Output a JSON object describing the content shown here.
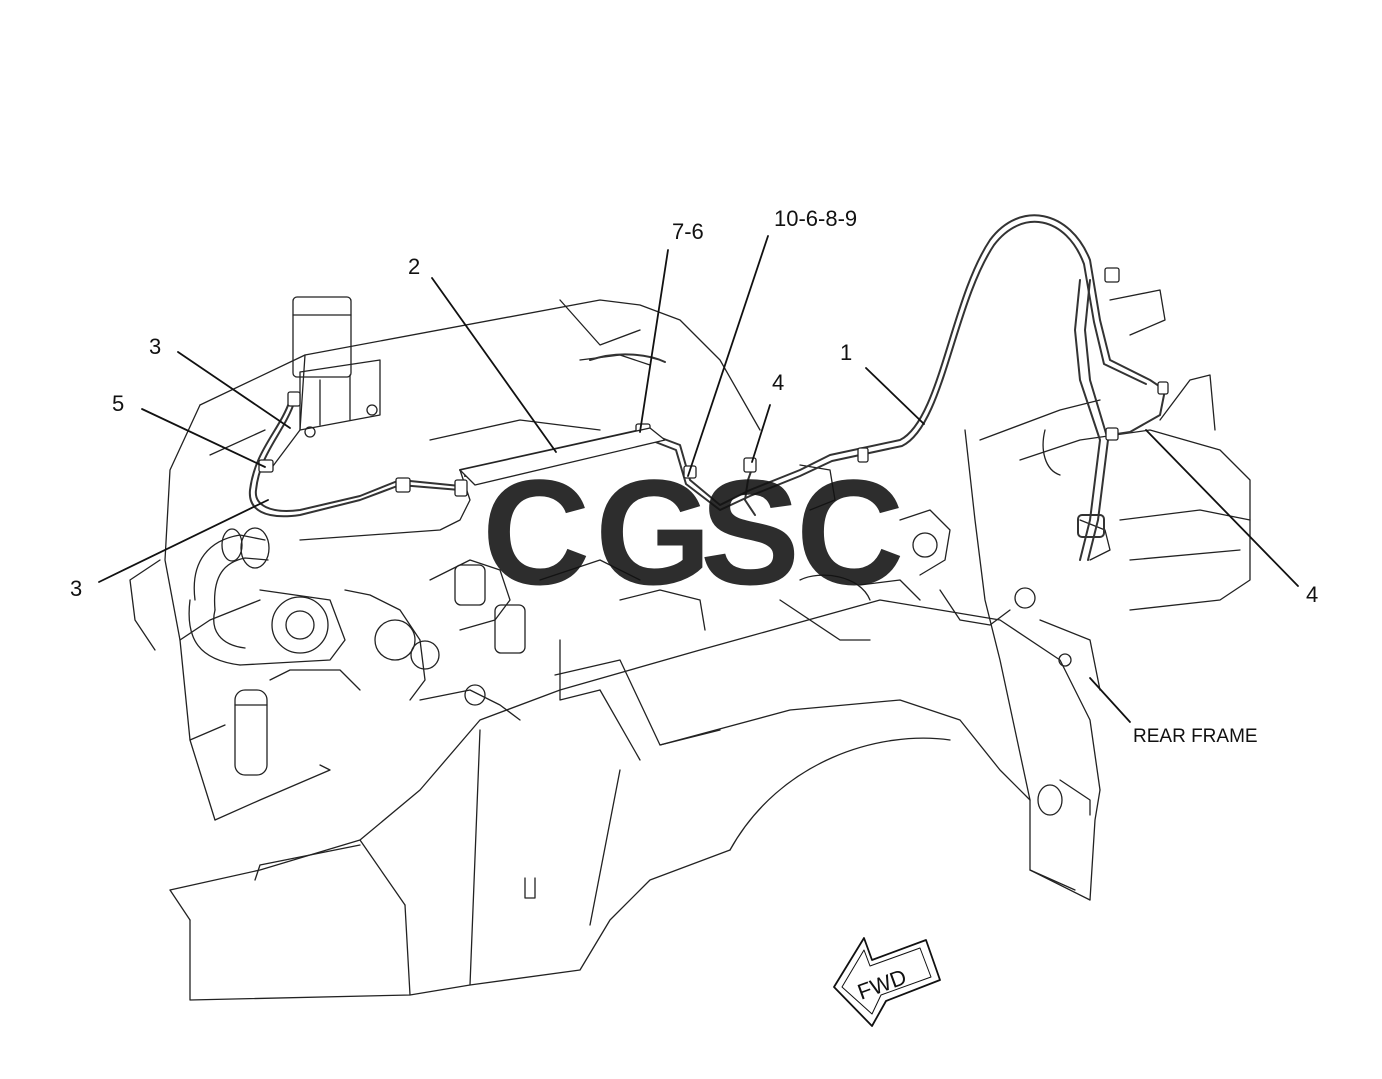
{
  "diagram": {
    "callouts": [
      {
        "id": "c-3-upper",
        "text": "3"
      },
      {
        "id": "c-5",
        "text": "5"
      },
      {
        "id": "c-3-lower",
        "text": "3"
      },
      {
        "id": "c-2",
        "text": "2"
      },
      {
        "id": "c-7-6",
        "text": "7-6"
      },
      {
        "id": "c-10-6-8-9",
        "text": "10-6-8-9"
      },
      {
        "id": "c-4-center",
        "text": "4"
      },
      {
        "id": "c-1",
        "text": "1"
      },
      {
        "id": "c-4-right",
        "text": "4"
      }
    ],
    "rear_frame_label": "REAR FRAME",
    "fwd_label": "FWD"
  },
  "watermark": {
    "letters": [
      "C",
      "G",
      "S",
      "C"
    ],
    "colors": [
      "#6a9ff5",
      "#f08878",
      "#f6cf4a",
      "#5cb588"
    ]
  }
}
